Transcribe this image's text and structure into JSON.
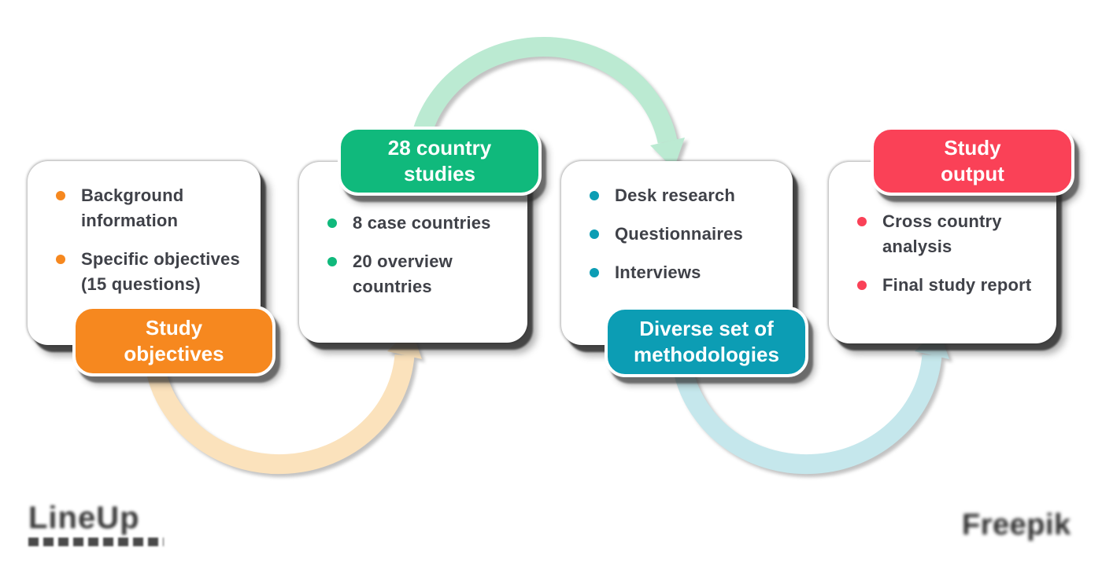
{
  "background": "#ffffff",
  "text_color": "#3F4148",
  "cards": [
    {
      "id": "study-objectives",
      "accent": "#F6881F",
      "badge": {
        "line1": "Study",
        "line2": "objectives",
        "position": "bottom"
      },
      "items": [
        "Background information",
        "Specific objectives (15 questions)"
      ]
    },
    {
      "id": "country-studies",
      "accent": "#10B97C",
      "badge": {
        "line1": "28 country",
        "line2": "studies",
        "position": "top"
      },
      "items": [
        "8 case countries",
        "20 overview countries"
      ]
    },
    {
      "id": "methodologies",
      "accent": "#0C9DB4",
      "badge": {
        "line1": "Diverse set of",
        "line2": "methodologies",
        "position": "bottom"
      },
      "items": [
        "Desk research",
        "Questionnaires",
        "Interviews"
      ]
    },
    {
      "id": "study-output",
      "accent": "#FA4157",
      "badge": {
        "line1": "Study",
        "line2": "output",
        "position": "top"
      },
      "items": [
        "Cross country analysis",
        "Final study report"
      ]
    }
  ],
  "arrows": [
    {
      "name": "top-center-arc",
      "color": "#BBEAD2",
      "direction": "left-to-right, arrowhead into card 3 top"
    },
    {
      "name": "bottom-left-arc",
      "color": "#FBE2BC",
      "direction": "left-to-right, arrowhead into card 2 bottom"
    },
    {
      "name": "bottom-right-arc",
      "color": "#C5E7EC",
      "direction": "left-to-right, arrowhead into card 4 bottom"
    }
  ],
  "footer": {
    "left_logo": "LineUp",
    "right_logo": "Freepik"
  }
}
